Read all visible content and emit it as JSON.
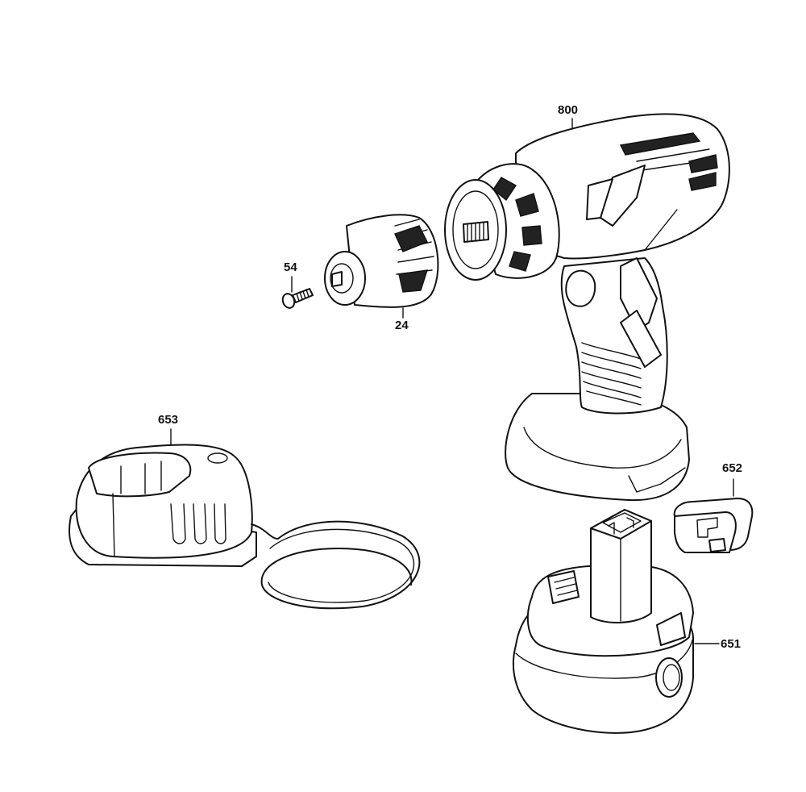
{
  "parts": [
    {
      "id": "p800",
      "number": "800",
      "description_icon": "drill-body-icon"
    },
    {
      "id": "p54",
      "number": "54",
      "description_icon": "screw-icon"
    },
    {
      "id": "p24",
      "number": "24",
      "description_icon": "keyless-chuck-icon"
    },
    {
      "id": "p653",
      "number": "653",
      "description_icon": "charger-icon"
    },
    {
      "id": "p652",
      "number": "652",
      "description_icon": "battery-cap-icon"
    },
    {
      "id": "p651",
      "number": "651",
      "description_icon": "battery-pack-icon"
    }
  ],
  "colors": {
    "line": "#111111",
    "background": "#ffffff"
  }
}
